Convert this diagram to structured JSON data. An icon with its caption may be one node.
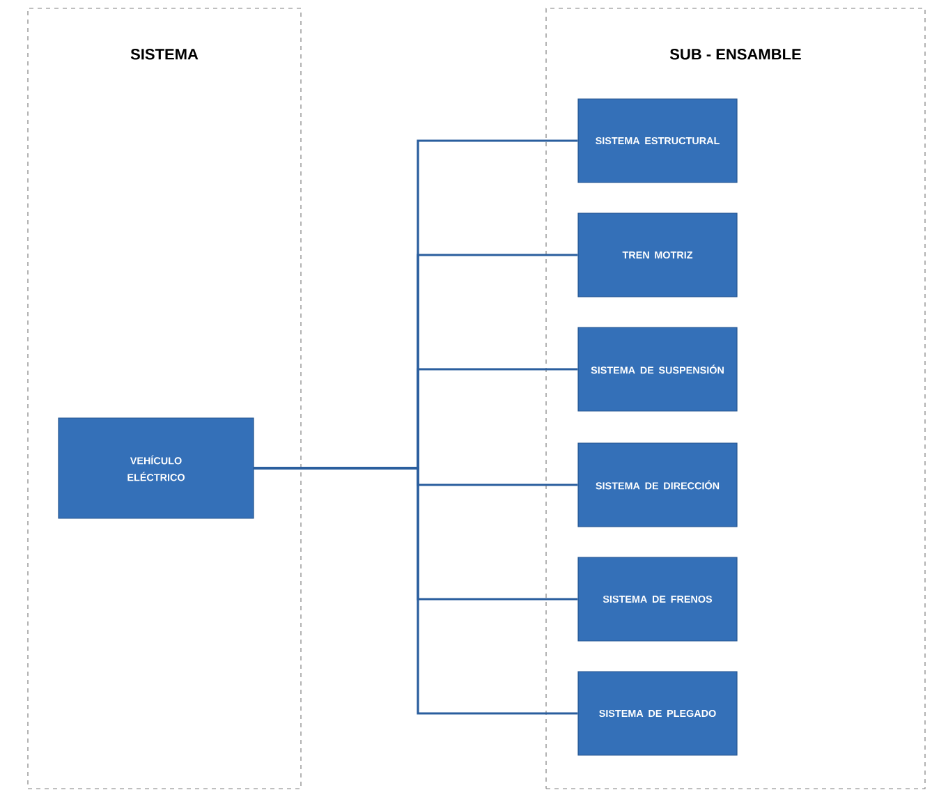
{
  "diagram": {
    "nodes": [
      {
        "text": [
          "SISTEMA"
        ]
      },
      {
        "text": [
          "SUB - ENSAMBLE"
        ]
      },
      {
        "text": [
          "VEHÍCULO ELÉCTRICO"
        ],
        "in": 0
      },
      {
        "text": [
          "SISTEMA ESTRUCTURAL"
        ],
        "in": 1
      },
      {
        "text": [
          "TREN MOTRIZ"
        ],
        "in": 1
      },
      {
        "text": [
          "SISTEMA DE SUSPENSIÓN"
        ],
        "in": 1
      },
      {
        "text": [
          "SISTEMA DE DIRECCIÓN"
        ],
        "in": 1
      },
      {
        "text": [
          "SISTEMA DE FRENOS"
        ],
        "in": 1
      },
      {
        "text": [
          "SISTEMA DE PLEGADO"
        ],
        "in": 1
      }
    ],
    "edges": [
      {
        "from": 2,
        "to": 3,
        "arrow": "none"
      },
      {
        "from": 2,
        "to": 4,
        "arrow": "none"
      },
      {
        "from": 2,
        "to": 5,
        "arrow": "none"
      },
      {
        "from": 2,
        "to": 6,
        "arrow": "none"
      },
      {
        "from": 2,
        "to": 7,
        "arrow": "none"
      },
      {
        "from": 2,
        "to": 8,
        "arrow": "none"
      }
    ]
  }
}
